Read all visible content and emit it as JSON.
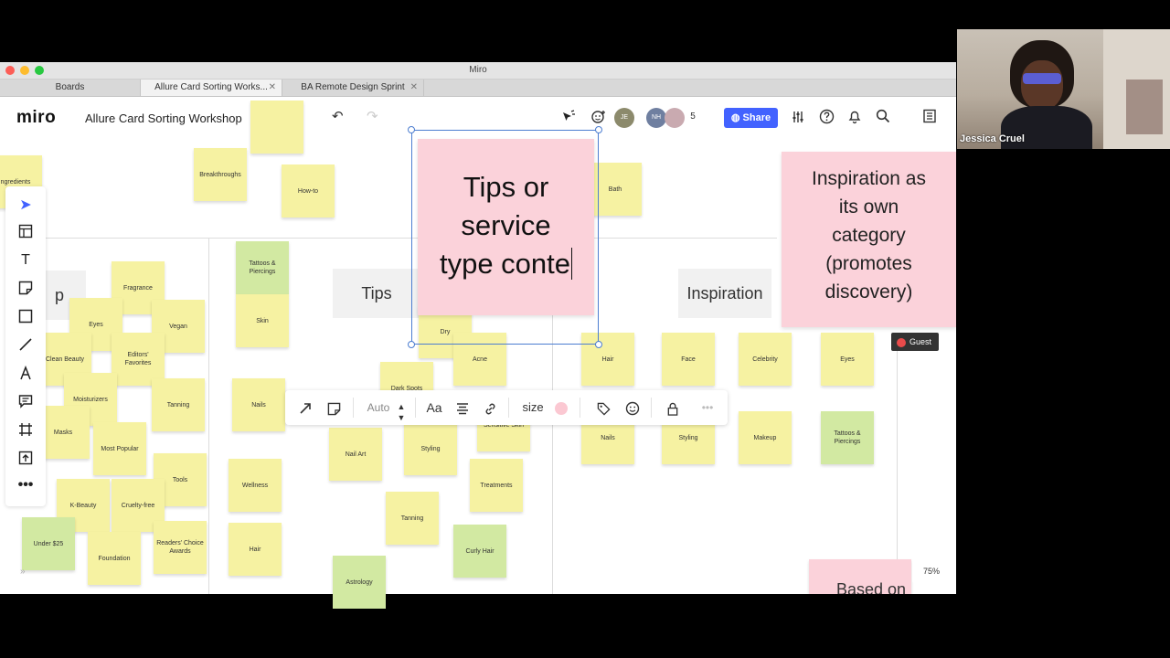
{
  "window": {
    "title": "Miro"
  },
  "tabs": [
    {
      "label": "Boards"
    },
    {
      "label": "Allure Card Sorting Works..."
    },
    {
      "label": "BA Remote Design Sprint"
    }
  ],
  "topbar": {
    "logo": "miro",
    "board_name": "Allure Card Sorting Workshop",
    "avatars": [
      "JE",
      "NH"
    ],
    "collaborator_count": "5",
    "share_label": "Share"
  },
  "frames": {
    "left": "p",
    "tips": "Tips",
    "inspiration": "Inspiration"
  },
  "selected_note": {
    "text_lines": [
      "Tips or",
      "service",
      "type conte"
    ]
  },
  "inspiration_note": {
    "text_lines": [
      "Inspiration as",
      "its own",
      "category",
      "(promotes",
      "discovery)"
    ]
  },
  "bottom_note_text": "Based on",
  "notes": {
    "ingredients": "ngredients",
    "breakthroughs": "Breakthroughs",
    "howto": "How-to",
    "bath": "Bath",
    "tattoos1": "Tattoos & Piercings",
    "fragrance": "Fragrance",
    "eyes1": "Eyes",
    "vegan": "Vegan",
    "skin": "Skin",
    "clean_beauty": "Clean Beauty",
    "editors_favorites": "Editors' Favorites",
    "moisturizers": "Moisturizers",
    "tanning1": "Tanning",
    "nails1": "Nails",
    "masks": "Masks",
    "most_popular": "Most Popular",
    "tools": "Tools",
    "kbeauty": "K-Beauty",
    "cruelty_free": "Cruelty-free",
    "under25": "Under $25",
    "foundation": "Foundation",
    "readers_choice": "Readers' Choice Awards",
    "wellness": "Wellness",
    "hair1": "Hair",
    "astrology": "Astrology",
    "dry": "Dry",
    "acne": "Acne",
    "dark_spots": "Dark Spots",
    "sensitive": "Sensitive Skin",
    "nail_art": "Nail Art",
    "styling1": "Styling",
    "treatments": "Treatments",
    "tanning2": "Tanning",
    "curly_hair": "Curly Hair",
    "hair2": "Hair",
    "face": "Face",
    "celebrity": "Celebrity",
    "eyes2": "Eyes",
    "nails2": "Nails",
    "styling2": "Styling",
    "makeup": "Makeup",
    "tattoos2": "Tattoos & Piercings"
  },
  "context_toolbar": {
    "font_mode": "Auto",
    "font_label": "Aa",
    "size_label": "size"
  },
  "guest_label": "Guest",
  "zoom": "75%",
  "video": {
    "participant_name": "Jessica Cruel"
  },
  "colors": {
    "share_blue": "#4262ff",
    "note_yellow": "#f6f2a2",
    "note_green": "#d2e9a2",
    "note_pink": "#fbd2da",
    "selection_blue": "#4c7dd0"
  }
}
